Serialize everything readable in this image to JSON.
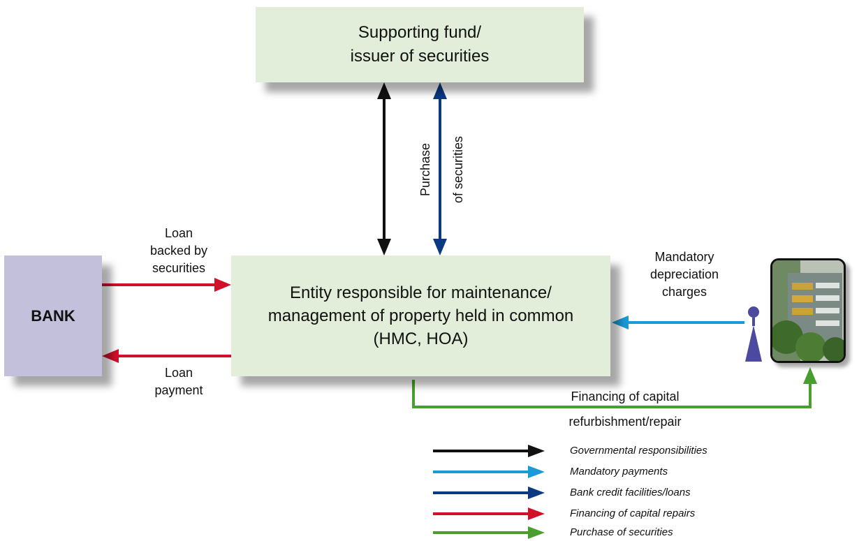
{
  "boxes": {
    "fund": [
      "Supporting fund/",
      "issuer of securities"
    ],
    "entity": [
      "Entity responsible for maintenance/",
      "management of property held in common",
      "(HMC, HOA)"
    ],
    "bank": "BANK"
  },
  "labels": {
    "loan_backed": [
      "Loan",
      "backed by",
      "securities"
    ],
    "loan_payment": [
      "Loan",
      "payment"
    ],
    "mandatory_charges": [
      "Mandatory",
      "depreciation",
      "charges"
    ],
    "financing": [
      "Financing of capital",
      "refurbishment/repair"
    ],
    "purchase_1": "Purchase",
    "purchase_2": "of securities"
  },
  "colors": {
    "black": "#111111",
    "light_blue": "#1a9ad6",
    "dark_blue": "#0b3a82",
    "red": "#d2102a",
    "green": "#4a9e2f"
  },
  "legend": [
    {
      "color": "#111111",
      "label": "Governmental responsibilities"
    },
    {
      "color": "#1a9ad6",
      "label": "Mandatory payments"
    },
    {
      "color": "#0b3a82",
      "label": "Bank credit facilities/loans"
    },
    {
      "color": "#d2102a",
      "label": "Financing of capital repairs"
    },
    {
      "color": "#4a9e2f",
      "label": "Purchase of securities"
    }
  ],
  "icons": {
    "building": "building-photo-icon",
    "person": "person-icon"
  }
}
